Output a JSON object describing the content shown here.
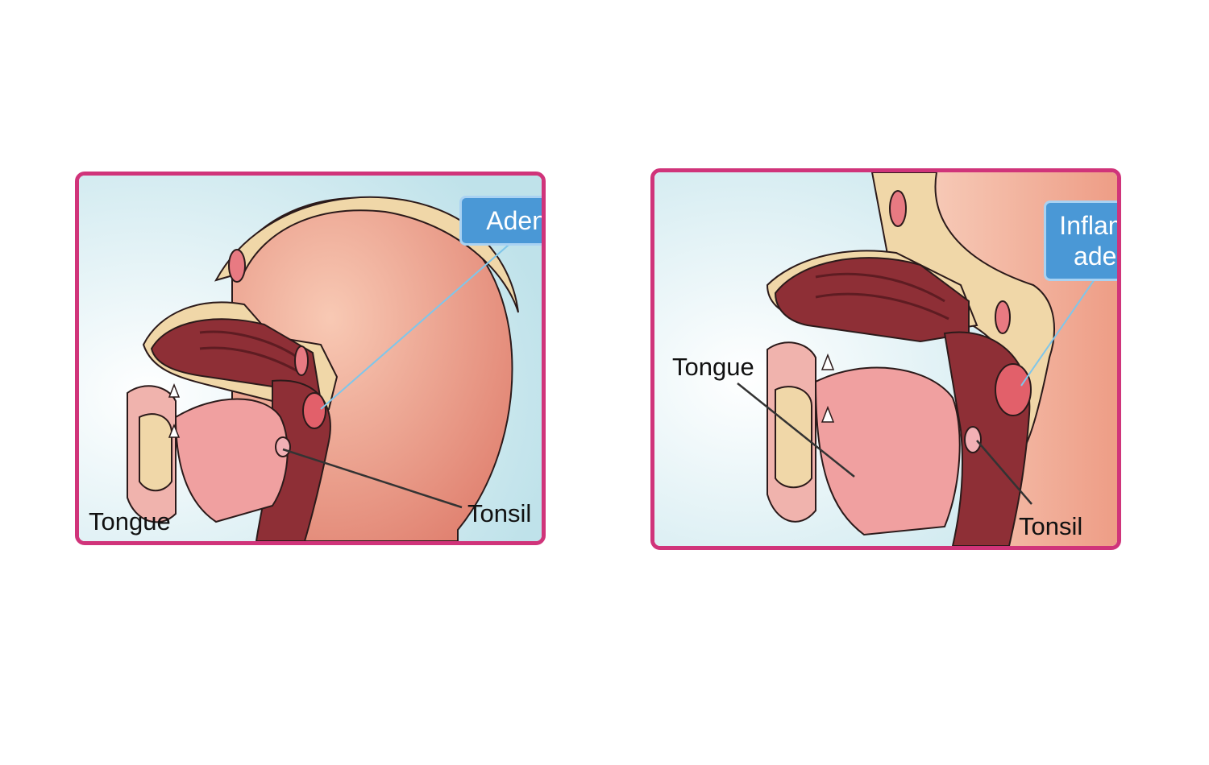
{
  "panels": [
    {
      "id": "normal",
      "callout": "Adenoid",
      "labels": {
        "tongue": "Tongue",
        "tonsil": "Tonsil"
      }
    },
    {
      "id": "inflamed",
      "callout_line1": "Inflammed",
      "callout_line2": "adenoid",
      "labels": {
        "tongue": "Tongue",
        "tonsil": "Tonsil"
      }
    }
  ],
  "colors": {
    "frame": "#d0347a",
    "background": "#cbe8ee",
    "skin": "#e9917f",
    "bone": "#f0d7a8",
    "tissue_dark": "#8e2f36",
    "tongue": "#f0a0a0",
    "callout": "#4a98d6"
  }
}
